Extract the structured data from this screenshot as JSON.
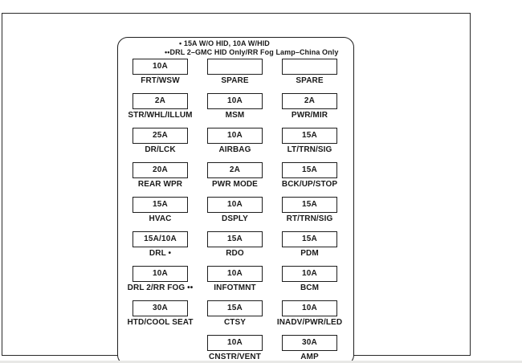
{
  "page": {
    "background": "#ffffff",
    "line_color": "#1e1e1e"
  },
  "legend": {
    "line1": "• 15A W/O HID, 10A W/HID",
    "line2": "••DRL 2–GMC HID Only/RR Fog Lamp–China Only"
  },
  "fuse_panel": {
    "rows": [
      [
        {
          "amp": "10A",
          "label": "FRT/WSW"
        },
        {
          "amp": "",
          "label": "SPARE"
        },
        {
          "amp": "",
          "label": "SPARE"
        }
      ],
      [
        {
          "amp": "2A",
          "label": "STR/WHL/ILLUM"
        },
        {
          "amp": "10A",
          "label": "MSM"
        },
        {
          "amp": "2A",
          "label": "PWR/MIR"
        }
      ],
      [
        {
          "amp": "25A",
          "label": "DR/LCK"
        },
        {
          "amp": "10A",
          "label": "AIRBAG"
        },
        {
          "amp": "15A",
          "label": "LT/TRN/SIG"
        }
      ],
      [
        {
          "amp": "20A",
          "label": "REAR WPR"
        },
        {
          "amp": "2A",
          "label": "PWR MODE"
        },
        {
          "amp": "15A",
          "label": "BCK/UP/STOP"
        }
      ],
      [
        {
          "amp": "15A",
          "label": "HVAC"
        },
        {
          "amp": "10A",
          "label": "DSPLY"
        },
        {
          "amp": "15A",
          "label": "RT/TRN/SIG"
        }
      ],
      [
        {
          "amp": "15A/10A",
          "label": "DRL •"
        },
        {
          "amp": "15A",
          "label": "RDO"
        },
        {
          "amp": "15A",
          "label": "PDM"
        }
      ],
      [
        {
          "amp": "10A",
          "label": "DRL 2/RR FOG ••"
        },
        {
          "amp": "10A",
          "label": "INFOTMNT"
        },
        {
          "amp": "10A",
          "label": "BCM"
        }
      ],
      [
        {
          "amp": "30A",
          "label": "HTD/COOL SEAT"
        },
        {
          "amp": "15A",
          "label": "CTSY"
        },
        {
          "amp": "10A",
          "label": "INADV/PWR/LED"
        }
      ],
      [
        null,
        {
          "amp": "10A",
          "label": "CNSTR/VENT"
        },
        {
          "amp": "30A",
          "label": "AMP"
        }
      ]
    ]
  }
}
